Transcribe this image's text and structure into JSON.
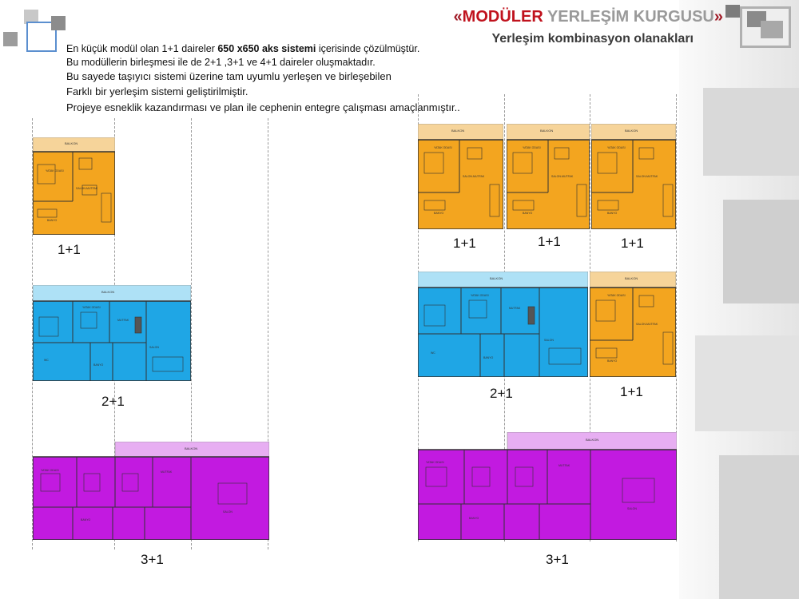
{
  "header": {
    "title_open": "«",
    "title_word1": "MODÜLER",
    "title_word2": " YERLEŞİM KURGUSU",
    "title_close": "»",
    "subtitle": "Yerleşim kombinasyon olanakları"
  },
  "intro": {
    "line1_pre": "En küçük modül olan 1+1 daireler ",
    "line1_bold": "650 x650 aks sistemi",
    "line1_post": " içerisinde çözülmüştür.",
    "line2": "Bu modüllerin birleşmesi ile de 2+1 ,3+1 ve 4+1 daireler oluşmaktadır.",
    "line3": "Bu sayede taşıyıcı sistemi üzerine tam uyumlu yerleşen ve birleşebilen",
    "line4": "Farklı bir yerleşim sistemi geliştirilmiştir.",
    "line5": "Projeye esneklik kazandırması ve plan ile cephenin entegre çalışması amaçlanmıştır.."
  },
  "labels": {
    "left_1": "1+1",
    "left_2": "2+1",
    "left_3": "3+1",
    "right_1a": "1+1",
    "right_1b": "1+1",
    "right_1c": "1+1",
    "right_2": "2+1",
    "right_2b": "1+1",
    "right_3": "3+1"
  },
  "plan_text": {
    "balkon": "BALKON",
    "yatak": "YATAK ODASI",
    "salon_mutfak": "SALON-MUTFAK",
    "banyo": "BANYO",
    "salon": "SALON",
    "mutfak": "MUTFAK",
    "wc": "WC"
  },
  "colors": {
    "orange": "#f3a51f",
    "blue": "#1fa6e5",
    "magenta": "#c21ae0",
    "balkon_orange": "#f6d49a",
    "balkon_blue": "#aee1f6",
    "balkon_magenta": "#e7aef2",
    "wall": "#333333",
    "title_red": "#c0121d",
    "title_grey": "#9a9a9a",
    "subtitle": "#3a3a3a"
  }
}
